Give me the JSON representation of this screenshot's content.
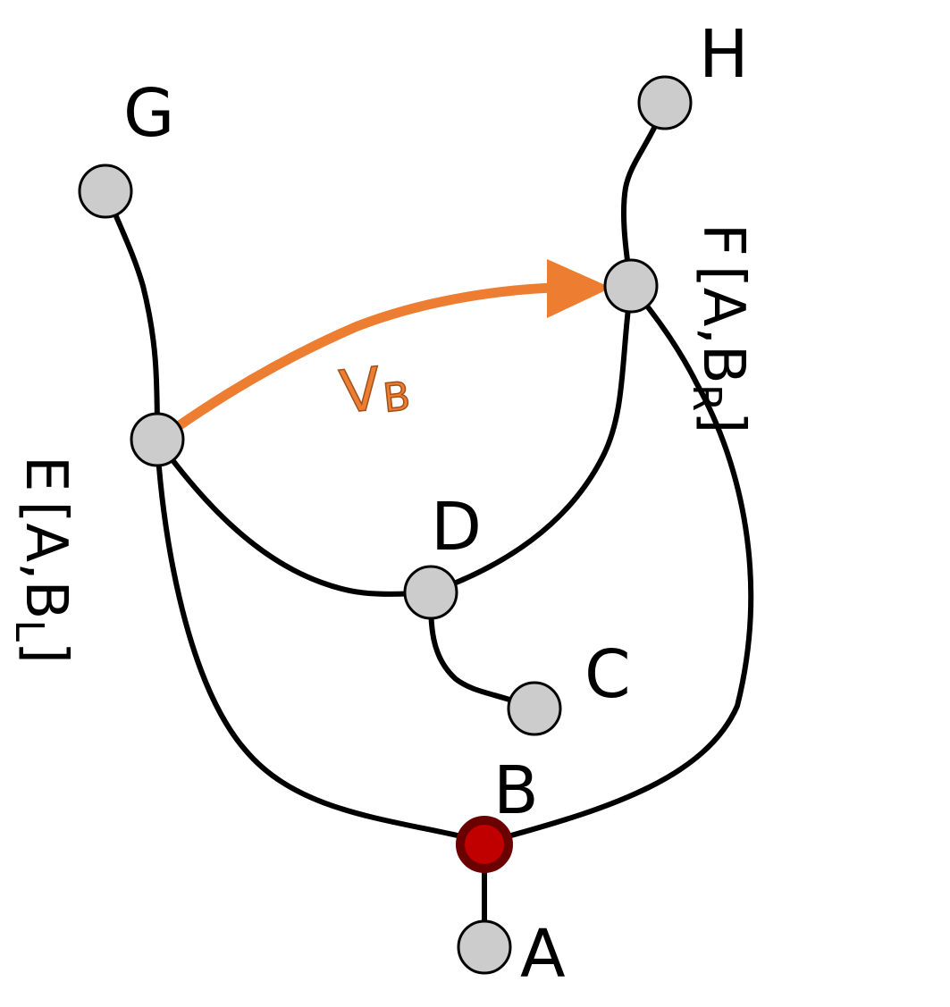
{
  "nodes": {
    "A": {
      "label": "A",
      "color": "#cccccc"
    },
    "B": {
      "label": "B",
      "color": "#c00000",
      "ring_color": "#6b0000"
    },
    "C": {
      "label": "C",
      "color": "#cccccc"
    },
    "D": {
      "label": "D",
      "color": "#cccccc"
    },
    "E": {
      "label": "E",
      "annotation": {
        "prefix": "[A,B",
        "sub": "L",
        "suffix": "]"
      }
    },
    "F": {
      "label": "F",
      "annotation": {
        "prefix": "[A,B",
        "sub": "R",
        "suffix": "]"
      }
    },
    "G": {
      "label": "G",
      "color": "#cccccc"
    },
    "H": {
      "label": "H",
      "color": "#cccccc"
    }
  },
  "edges": [
    [
      "A",
      "B"
    ],
    [
      "B",
      "E"
    ],
    [
      "B",
      "F"
    ],
    [
      "E",
      "G"
    ],
    [
      "E",
      "D"
    ],
    [
      "D",
      "F"
    ],
    [
      "D",
      "C"
    ],
    [
      "F",
      "H"
    ]
  ],
  "arrow": {
    "from": "E",
    "to": "F",
    "label": "V",
    "label_sub": "B",
    "color": "#ed7d31"
  }
}
